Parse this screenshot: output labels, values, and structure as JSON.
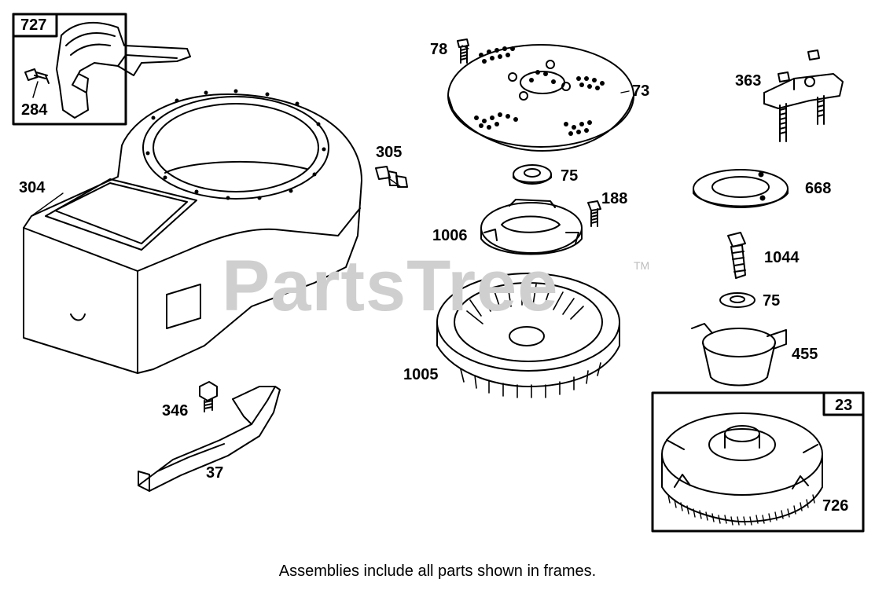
{
  "watermark": {
    "text": "PartsTree",
    "tm": "TM"
  },
  "caption": "Assemblies include all parts shown in frames.",
  "frames": [
    {
      "number": "727"
    },
    {
      "number": "23"
    }
  ],
  "labels": {
    "p284": "284",
    "p304": "304",
    "p305": "305",
    "p346": "346",
    "p37": "37",
    "p78": "78",
    "p73": "73",
    "p75a": "75",
    "p188": "188",
    "p1006": "1006",
    "p1005": "1005",
    "p363": "363",
    "p668": "668",
    "p1044": "1044",
    "p75b": "75",
    "p455": "455",
    "p726": "726"
  }
}
